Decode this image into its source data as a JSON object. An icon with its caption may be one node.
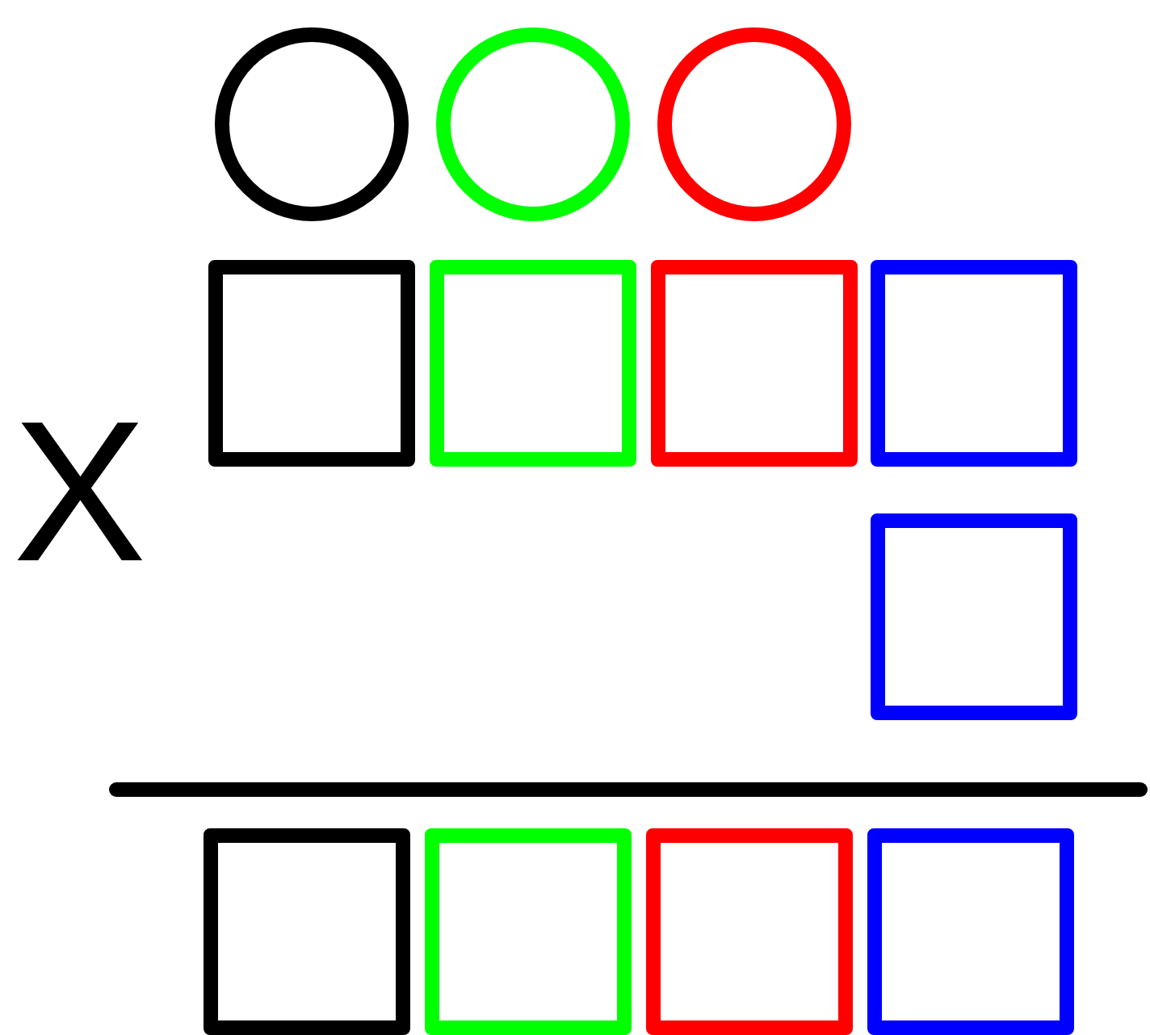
{
  "diagram": {
    "nodes": [
      {
        "text": [],
        "shape": "circle"
      },
      {
        "text": [],
        "shape": "circle"
      },
      {
        "text": [],
        "shape": "circle"
      },
      {
        "text": [],
        "shape": "box"
      },
      {
        "text": [],
        "shape": "box"
      },
      {
        "text": [],
        "shape": "box"
      },
      {
        "text": [],
        "shape": "box"
      },
      {
        "text": [],
        "shape": "box"
      },
      {
        "text": [],
        "shape": "box"
      },
      {
        "text": [],
        "shape": "box"
      },
      {
        "text": [],
        "shape": "box"
      },
      {
        "text": [],
        "shape": "box"
      }
    ],
    "labels": [
      "X"
    ]
  }
}
